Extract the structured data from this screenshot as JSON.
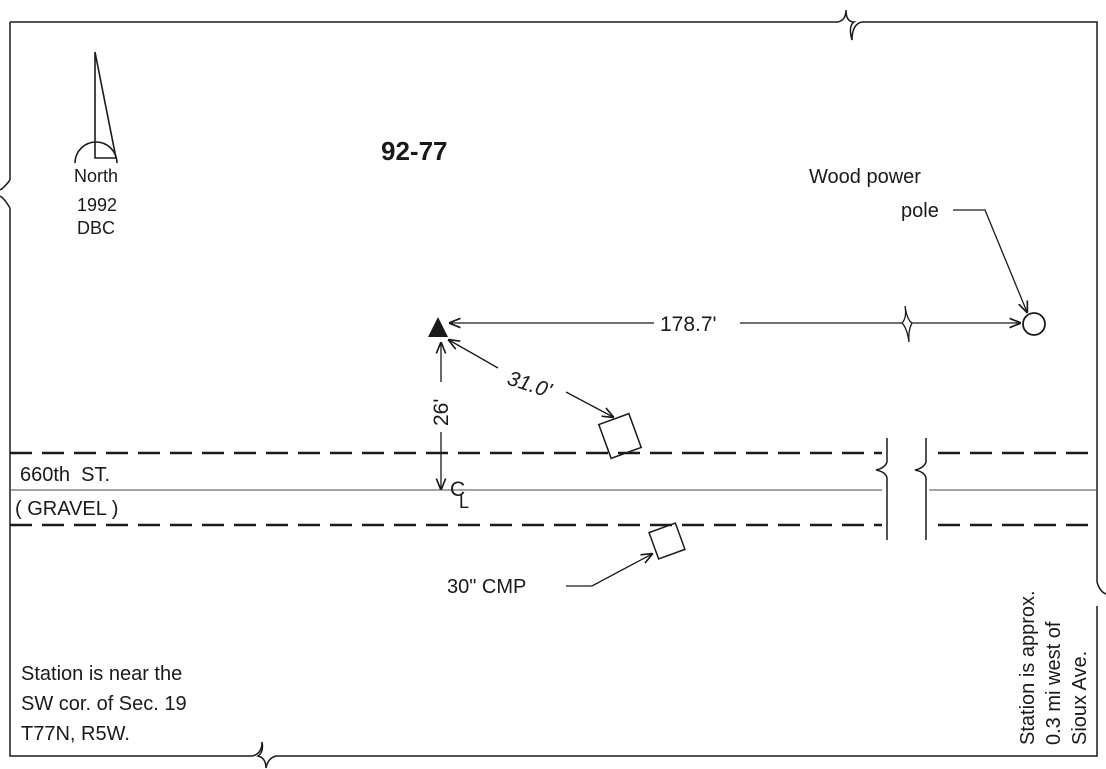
{
  "title": "92-77",
  "north_arrow": {
    "label": "North",
    "year": "1992",
    "initials": "DBC"
  },
  "features": {
    "pole_label_line1": "Wood power",
    "pole_label_line2": "pole",
    "distance_to_pole": "178.7'",
    "distance_to_culvert": "31.0'",
    "distance_to_centerline": "26'",
    "road_name": "660th  ST.",
    "road_surface": "( GRAVEL )",
    "centerline_symbol": "C",
    "centerline_symbol_sub": "L",
    "culvert_label": "30\" CMP"
  },
  "notes": {
    "location_line1": "Station is near the",
    "location_line2": "SW cor. of Sec. 19",
    "location_line3": "T77N, R5W.",
    "approx_line1": "Station is approx.",
    "approx_line2": "0.3 mi west of",
    "approx_line3": "Sioux Ave."
  }
}
